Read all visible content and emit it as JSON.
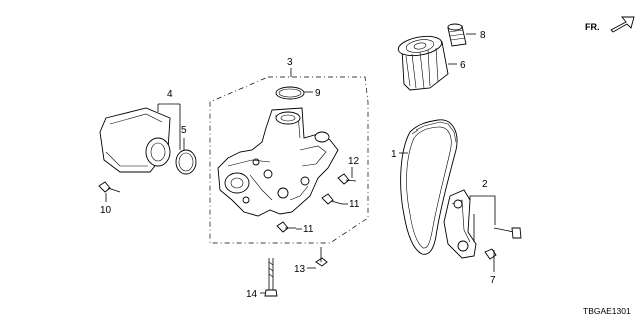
{
  "callouts": {
    "c1": "1",
    "c2": "2",
    "c3": "3",
    "c4": "4",
    "c5": "5",
    "c6": "6",
    "c7": "7",
    "c8": "8",
    "c9": "9",
    "c10": "10",
    "c11a": "11",
    "c11b": "11",
    "c12": "12",
    "c13": "13",
    "c14": "14"
  },
  "direction_indicator": "FR.",
  "diagram_code": "TBGAE1301"
}
